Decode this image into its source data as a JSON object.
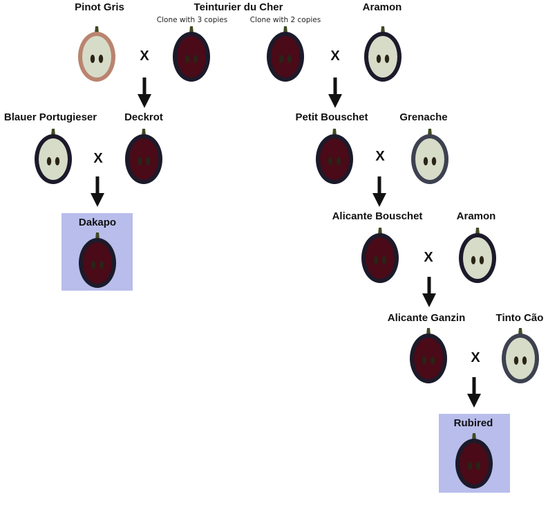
{
  "colors": {
    "dark_flesh": "#4a0a18",
    "dark_skin": "#1c1a2a",
    "light_flesh": "#d6dcc8",
    "pink_skin": "#b98470",
    "grey_skin": "#3d4150",
    "stem": "#3f4a22",
    "seed": "#2a2416",
    "result_box": "#b8bdeb"
  },
  "labels": {
    "pinot_gris": "Pinot Gris",
    "teinturier": "Teinturier du Cher",
    "clone3": "Clone with 3 copies",
    "clone2": "Clone with 2 copies",
    "aramon1": "Aramon",
    "blauer": "Blauer Portugieser",
    "deckrot": "Deckrot",
    "petit_bouschet": "Petit Bouschet",
    "grenache": "Grenache",
    "dakapo": "Dakapo",
    "alicante_bouschet": "Alicante Bouschet",
    "aramon2": "Aramon",
    "alicante_ganzin": "Alicante Ganzin",
    "tinto_cao": "Tinto Cão",
    "rubired": "Rubired"
  },
  "cross_symbol": "X",
  "grapes": [
    {
      "id": "pinot-gris",
      "flesh": "light",
      "skin": "pink"
    },
    {
      "id": "teinturier-clone-3",
      "flesh": "dark",
      "skin": "dark"
    },
    {
      "id": "teinturier-clone-2",
      "flesh": "dark",
      "skin": "dark"
    },
    {
      "id": "aramon",
      "flesh": "light",
      "skin": "dark"
    },
    {
      "id": "blauer-portugieser",
      "flesh": "light",
      "skin": "dark"
    },
    {
      "id": "deckrot",
      "flesh": "dark",
      "skin": "dark"
    },
    {
      "id": "petit-bouschet",
      "flesh": "dark",
      "skin": "dark"
    },
    {
      "id": "grenache",
      "flesh": "light",
      "skin": "grey"
    },
    {
      "id": "dakapo",
      "flesh": "dark",
      "skin": "dark"
    },
    {
      "id": "alicante-bouschet",
      "flesh": "dark",
      "skin": "dark"
    },
    {
      "id": "aramon-2",
      "flesh": "light",
      "skin": "dark"
    },
    {
      "id": "alicante-ganzin",
      "flesh": "dark",
      "skin": "dark"
    },
    {
      "id": "tinto-cao",
      "flesh": "light",
      "skin": "grey"
    },
    {
      "id": "rubired",
      "flesh": "dark",
      "skin": "dark"
    }
  ]
}
